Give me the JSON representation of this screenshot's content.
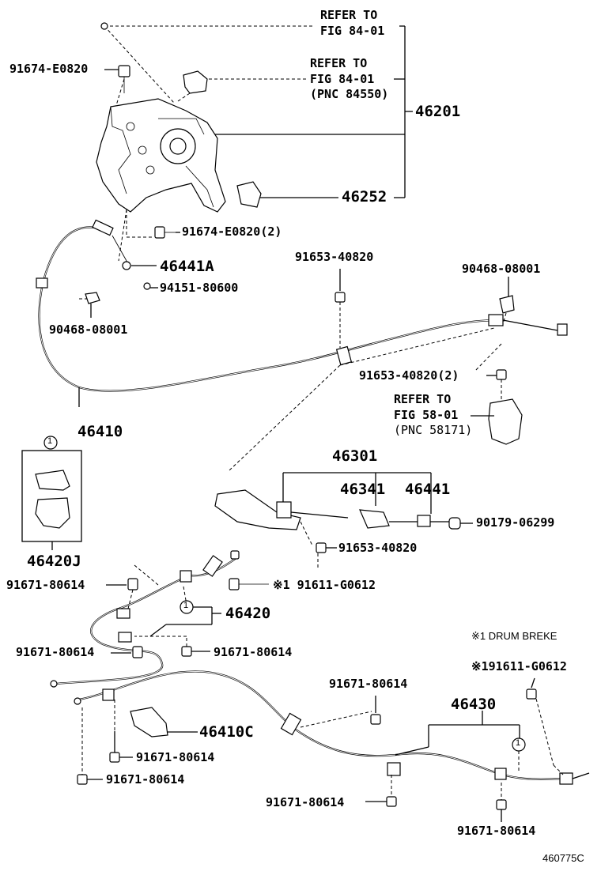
{
  "refer_fig_84_a": {
    "line1": "REFER TO",
    "line2": "FIG 84-01"
  },
  "refer_fig_84_b": {
    "line1": "REFER TO",
    "line2": "FIG 84-01",
    "line3": "(PNC 84550)"
  },
  "refer_fig_58": {
    "line1": "REFER TO",
    "line2": "FIG 58-01",
    "line3": "(PNC 58171)"
  },
  "callouts": {
    "p91674_e0820": "91674-E0820",
    "p46201": "46201",
    "p46252": "46252",
    "p91674_e0820_2": "91674-E0820(2)",
    "p46441a": "46441A",
    "p94151_80600": "94151-80600",
    "p90468_08001_left": "90468-08001",
    "p91653_40820_top": "91653-40820",
    "p90468_08001_right": "90468-08001",
    "p91653_40820_2": "91653-40820(2)",
    "p46410": "46410",
    "p46301": "46301",
    "p46341": "46341",
    "p46441": "46441",
    "p90179_06299": "90179-06299",
    "p91653_40820_mid": "91653-40820",
    "p46420j": "46420J",
    "p91671_80614_a": "91671-80614",
    "p91611_g0612_a": "※1 91611-G0612",
    "p46420": "46420",
    "p91671_80614_b": "91671-80614",
    "p91671_80614_c": "91671-80614",
    "p91611_g0612_b": "※191611-G0612",
    "p91671_80614_d": "91671-80614",
    "p46430": "46430",
    "p46410c": "46410C",
    "p91671_80614_e": "91671-80614",
    "p91671_80614_f": "91671-80614",
    "p91671_80614_g": "91671-80614",
    "p91671_80614_h": "91671-80614"
  },
  "markers": {
    "circle_1": "1"
  },
  "notes": {
    "drum_brake": "※1 DRUM BREKE"
  },
  "figure_id": "460775C"
}
